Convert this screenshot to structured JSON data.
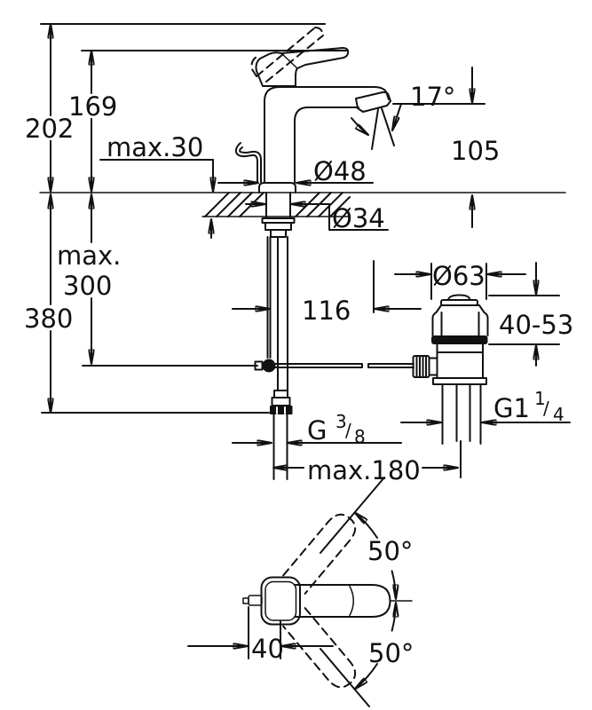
{
  "diagram": {
    "kind": "faucet-installation-drawing",
    "style": {
      "line_color": "#111111",
      "background": "#ffffff"
    },
    "front_view": {
      "dimensions": {
        "total_height": "202",
        "lever_height": "169",
        "deck_max": "max.30",
        "spray_angle": "17°",
        "spout_height": "105",
        "base_dia": "Ø48",
        "hole_dia": "Ø34",
        "depth_max_word": "max.",
        "depth_max_value": "300",
        "hose_length": "380",
        "rod_reach": "116",
        "waste_dia": "Ø63",
        "waste_height_range": "40-53",
        "supply_thread": {
          "prefix": "G",
          "numerator": "3",
          "slash": "/",
          "denominator": "8"
        },
        "waste_thread": {
          "prefix": "G1",
          "numerator": "1",
          "slash": "/",
          "denominator": "4"
        },
        "center_distance": "max.180"
      }
    },
    "top_view": {
      "dimensions": {
        "swivel_upper": "50°",
        "swivel_lower": "50°",
        "knob_offset": "40"
      }
    }
  }
}
